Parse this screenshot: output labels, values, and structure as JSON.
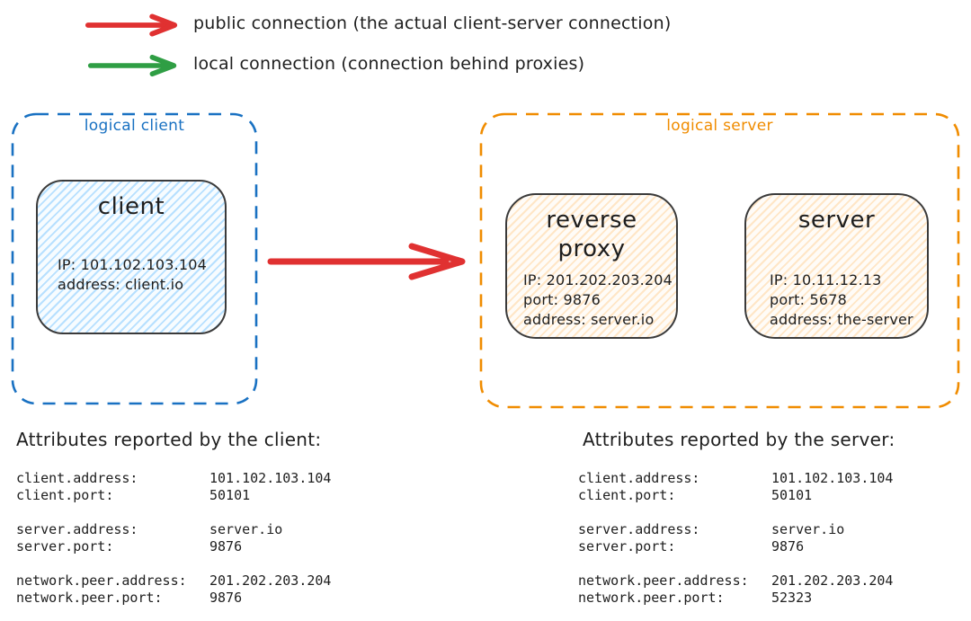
{
  "palette": {
    "red": "#e03131",
    "green": "#2f9e44",
    "blue": "#1971c2",
    "orange": "#f08c00",
    "ink": "#1e1e1e",
    "client_fill": "#d6ecff",
    "server_fill": "#ffe9d1"
  },
  "legend": {
    "items": [
      {
        "icon": "red-arrow",
        "color": "#e03131",
        "label": "public connection (the actual client-server connection)"
      },
      {
        "icon": "green-arrow",
        "color": "#2f9e44",
        "label": "local connection (connection behind proxies)"
      }
    ]
  },
  "logical_client": {
    "label": "logical client",
    "nodes": [
      {
        "title": "client",
        "lines": [
          "IP: 101.102.103.104",
          "address: client.io"
        ]
      }
    ]
  },
  "logical_server": {
    "label": "logical server",
    "nodes": [
      {
        "title": "reverse proxy",
        "lines": [
          "IP: 201.202.203.204",
          "port: 9876",
          "address: server.io"
        ]
      },
      {
        "title": "server",
        "lines": [
          "IP: 10.11.12.13",
          "port: 5678",
          "address: the-server"
        ]
      }
    ]
  },
  "client_attributes": {
    "title": "Attributes reported by the client:",
    "groups": [
      [
        {
          "key": "client.address:",
          "value": "101.102.103.104"
        },
        {
          "key": "client.port:",
          "value": "50101"
        }
      ],
      [
        {
          "key": "server.address:",
          "value": "server.io"
        },
        {
          "key": "server.port:",
          "value": "9876"
        }
      ],
      [
        {
          "key": "network.peer.address:",
          "value": "201.202.203.204"
        },
        {
          "key": "network.peer.port:",
          "value": "9876"
        }
      ]
    ]
  },
  "server_attributes": {
    "title": "Attributes reported by the server:",
    "groups": [
      [
        {
          "key": "client.address:",
          "value": "101.102.103.104"
        },
        {
          "key": "client.port:",
          "value": "50101"
        }
      ],
      [
        {
          "key": "server.address:",
          "value": "server.io"
        },
        {
          "key": "server.port:",
          "value": "9876"
        }
      ],
      [
        {
          "key": "network.peer.address:",
          "value": "201.202.203.204"
        },
        {
          "key": "network.peer.port:",
          "value": "52323"
        }
      ]
    ]
  }
}
